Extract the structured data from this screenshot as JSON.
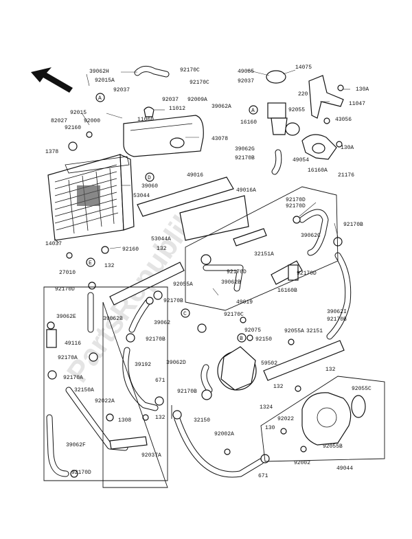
{
  "diagram": {
    "watermark": "PartsRepublik",
    "callouts": [
      "A",
      "A",
      "B",
      "B",
      "C",
      "C",
      "D",
      "D",
      "E",
      "E"
    ],
    "part_labels": [
      "39062H",
      "92170C",
      "92015A",
      "92037",
      "92037",
      "92170C",
      "92009A",
      "49085",
      "14075",
      "11047",
      "130A",
      "92015",
      "82027",
      "92160",
      "92000",
      "11012",
      "11060",
      "43078",
      "16160",
      "92055",
      "220",
      "43056",
      "1378",
      "92037",
      "39062A",
      "39062G",
      "92170B",
      "49054",
      "16160A",
      "130A",
      "21176",
      "14037",
      "92160",
      "39060",
      "49016",
      "49016A",
      "53044",
      "53044A",
      "132",
      "92170D",
      "92170B",
      "92170D",
      "39062C",
      "32151A",
      "27010",
      "92170D",
      "132",
      "92170D",
      "39062B",
      "39062E",
      "92055A",
      "39062B",
      "92170B",
      "39062",
      "49019",
      "16160B",
      "92170D",
      "92170C",
      "39062I",
      "92170B",
      "49116",
      "92170B",
      "92075",
      "92055A",
      "32151",
      "92170A",
      "92150",
      "92170A",
      "39192",
      "59502",
      "39062D",
      "671",
      "132",
      "32150A",
      "92022A",
      "92170B",
      "132",
      "1308",
      "132",
      "32150",
      "1324",
      "92022",
      "92055C",
      "130",
      "92002A",
      "92055B",
      "39062F",
      "92037A",
      "92002",
      "671",
      "92170D",
      "49044"
    ]
  }
}
